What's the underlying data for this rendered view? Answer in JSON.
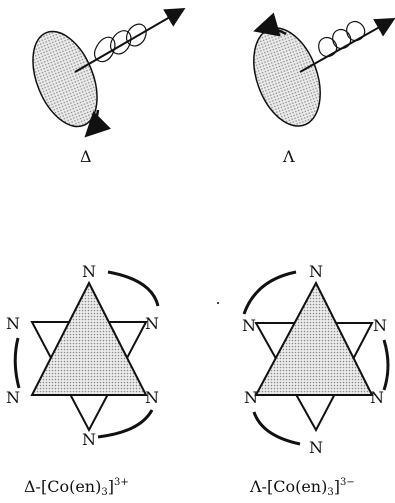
{
  "symbols": {
    "delta": "Δ",
    "lambda": "Λ"
  },
  "atom_label": "N",
  "complex_labels": {
    "left": {
      "prefix": "Δ-",
      "body": "[Co(en)",
      "subscript": "3",
      "close": "]",
      "superscript": "3+"
    },
    "right": {
      "prefix": "Λ-",
      "body": "[Co(en)",
      "subscript": "3",
      "close": "]",
      "superscript": "3−"
    }
  },
  "colors": {
    "ink": "#111111",
    "shading": "#bdbdbd"
  }
}
